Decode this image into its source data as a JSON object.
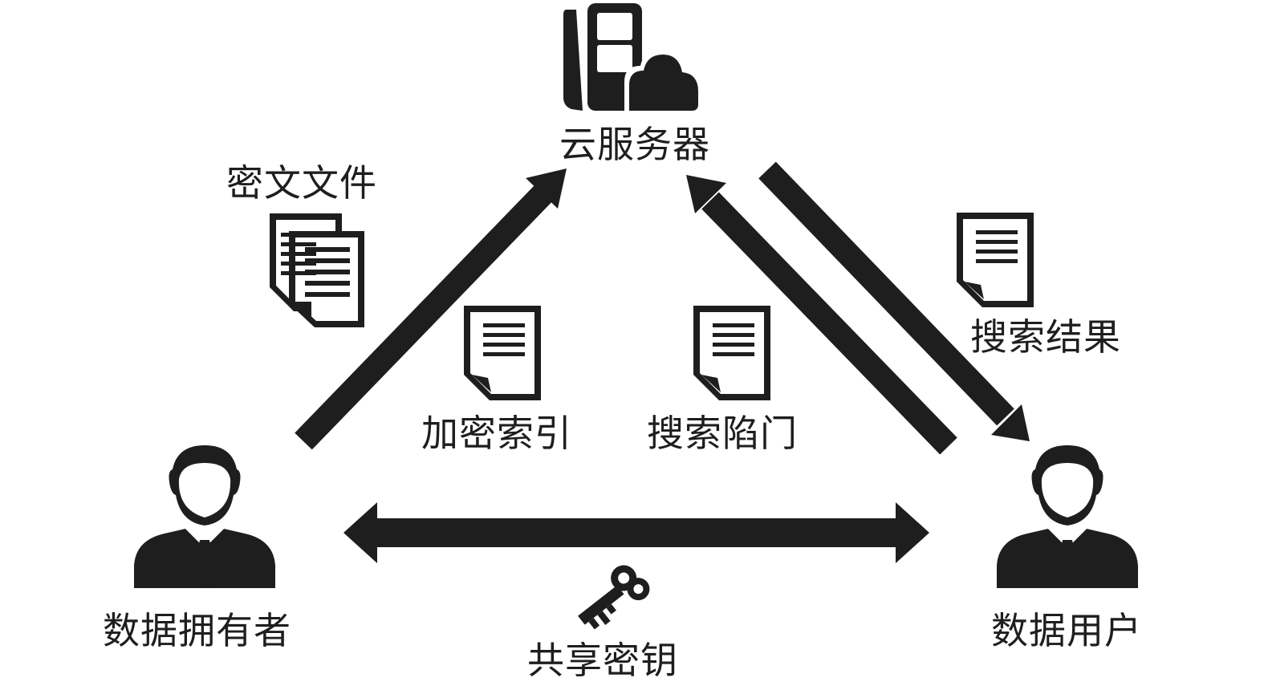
{
  "nodes": {
    "cloud_server": "云服务器",
    "data_owner": "数据拥有者",
    "data_user": "数据用户"
  },
  "edge_labels": {
    "ciphertext_files": "密文文件",
    "encrypted_index": "加密索引",
    "search_trapdoor": "搜索陷门",
    "search_results": "搜索结果",
    "shared_key": "共享密钥"
  },
  "icons": {
    "server": "cloud-server-icon",
    "owner": "person-icon",
    "user": "person-icon",
    "document": "document-icon",
    "documents_stack": "documents-stack-icon",
    "key": "key-icon"
  },
  "colors": {
    "ink": "#1e1e1e",
    "background": "#ffffff"
  }
}
